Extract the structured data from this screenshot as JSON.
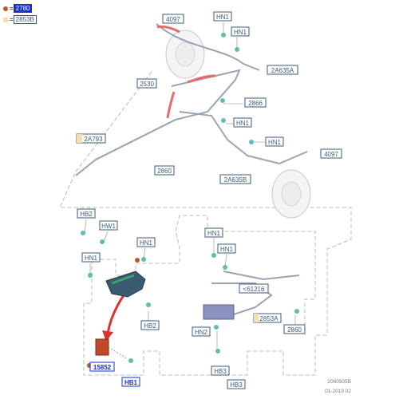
{
  "legend": {
    "highlighted_code": "2780",
    "code2": "2853B"
  },
  "labels": {
    "a4097": "4097",
    "hn_top1": "HN1",
    "hn_top2": "HN1",
    "l2a635a": "2A635A",
    "l2530": "2530",
    "l2866": "2866",
    "hn_mid1": "HN1",
    "l2a793": "2A793",
    "hn_mid2": "HN1",
    "b4097": "4097",
    "l2860": "2860",
    "l2a635b": "2A635B",
    "hb2_left": "HB2",
    "hw1": "HW1",
    "hn_left": "HN1",
    "hn_cent": "HN1",
    "hn_rt1": "HN1",
    "hn_rt2": "HN1",
    "l61216": "<61216",
    "hb2_low": "HB2",
    "l2853a": "2853A",
    "hn2": "HN2",
    "l2860b": "2860",
    "hb3a": "HB3",
    "hb3b": "HB3",
    "l15852": "15852",
    "hb1": "HB1"
  },
  "footer": {
    "code": "2060505B",
    "date": "01-2019 02"
  },
  "colors": {
    "label_border": "#3c5a78",
    "highlight": "#1a2fd0",
    "cable": "#9aa3b4",
    "clip_teal": "#5fbfb5",
    "arrow_red": "#e05050",
    "dot_orange": "#b85a2a"
  }
}
